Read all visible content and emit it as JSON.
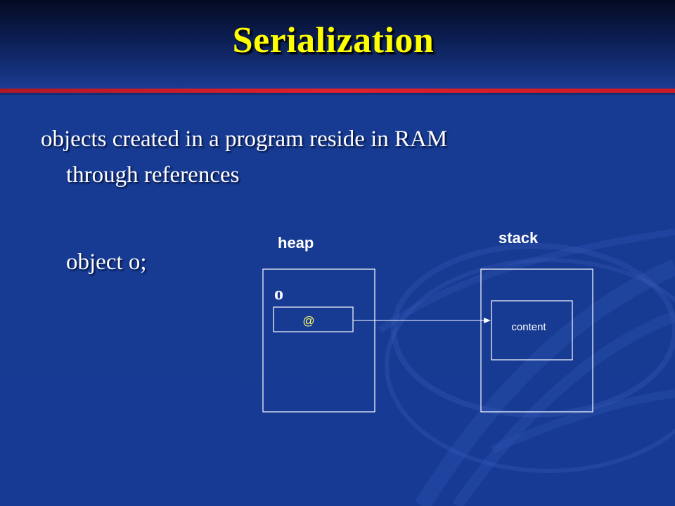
{
  "slide": {
    "title": "Serialization",
    "body": {
      "line1": "objects created in a program reside in RAM",
      "line2": "through references",
      "code": "object o;"
    },
    "colors": {
      "title": "#ffff00",
      "background": "#173b94",
      "rule": "#e3202b",
      "text": "#ffffff",
      "reference_symbol": "#ffff66"
    }
  },
  "diagram": {
    "heap_label": "heap",
    "stack_label": "stack",
    "variable_name": "o",
    "reference_symbol": "@",
    "content_label": "content"
  }
}
